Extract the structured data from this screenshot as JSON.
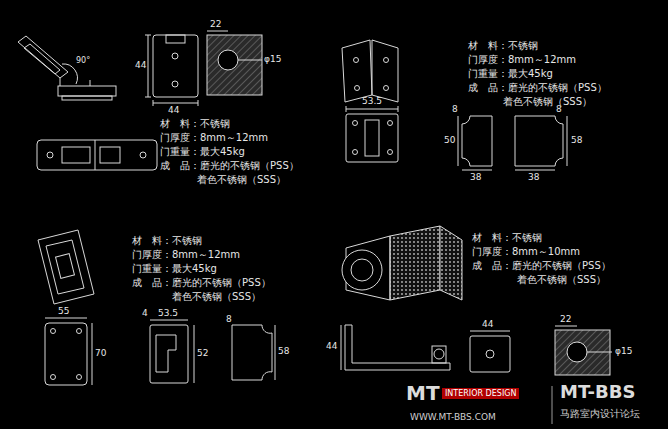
{
  "diagram": {
    "labels": [
      "44",
      "44",
      "22",
      "φ15",
      "90°",
      "材　料：不锈钢",
      "门厚度：8mm～12mm",
      "门重量：最大45kg",
      "成　品：磨光的不锈钢（PSS）",
      "着色不锈钢（SSS）",
      "材　料：不锈钢",
      "门厚度：8mm～12mm",
      "门重量：最大45kg",
      "成　品：磨光的不锈钢（PSS）",
      "着色不锈钢（SSS）",
      "53.5",
      "8",
      "50",
      "38",
      "8",
      "58",
      "38",
      "材　料：不锈钢",
      "门厚度：8mm～12mm",
      "门重量：最大45kg",
      "成　品：磨光的不锈钢（PSS）",
      "着色不锈钢（SSS）",
      "55",
      "70",
      "4",
      "53.5",
      "52",
      "8",
      "58",
      "材　料：不锈钢",
      "门厚度：8mm～10mm",
      "成　品：磨光的不锈钢（PSS）",
      "着色不锈钢（SSS）",
      "44",
      "44",
      "22",
      "φ15",
      "MT",
      "INTERIOR DESIGN",
      "WWW.MT-BBS.COM",
      "MT-BBS",
      "马路室内设计论坛"
    ]
  }
}
